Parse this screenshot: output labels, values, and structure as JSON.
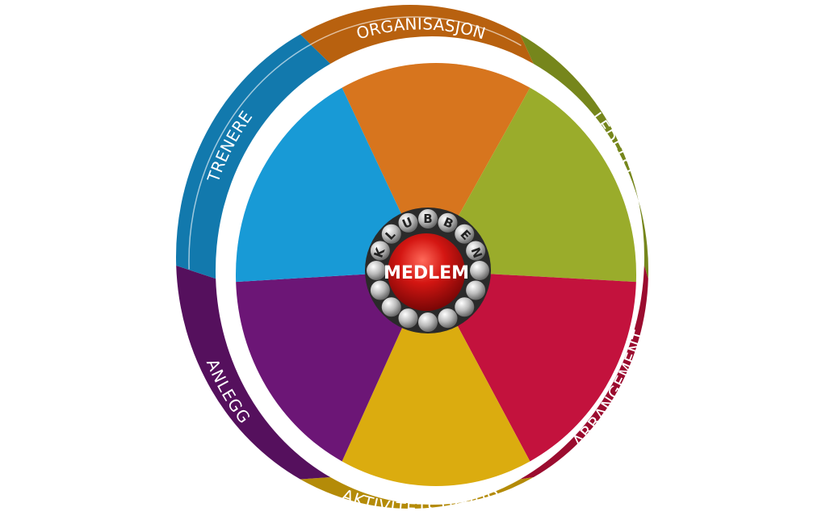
{
  "diagram": {
    "segments": [
      {
        "key": "organisasjon",
        "label": "ORGANISASJON",
        "face": "#d7751e",
        "rim": "#b8610f"
      },
      {
        "key": "ledelse",
        "label": "LEDELSE",
        "face": "#9aac2b",
        "rim": "#76861c"
      },
      {
        "key": "arrangement",
        "label": "ARRANGEMENT",
        "face": "#c3123d",
        "rim": "#9b0c2f"
      },
      {
        "key": "aktivitetstilbud",
        "label": "AKTIVITETSTILBUD",
        "face": "#dbac0f",
        "rim": "#b48b08"
      },
      {
        "key": "anlegg",
        "label": "ANLEGG",
        "face": "#6c1676",
        "rim": "#55105d"
      },
      {
        "key": "trenere",
        "label": "TRENERE",
        "face": "#189ad6",
        "rim": "#1279ad"
      }
    ],
    "ring_label": "KLUBBEN",
    "center_label": "MEDLEM",
    "center_color": "#c8120f"
  }
}
